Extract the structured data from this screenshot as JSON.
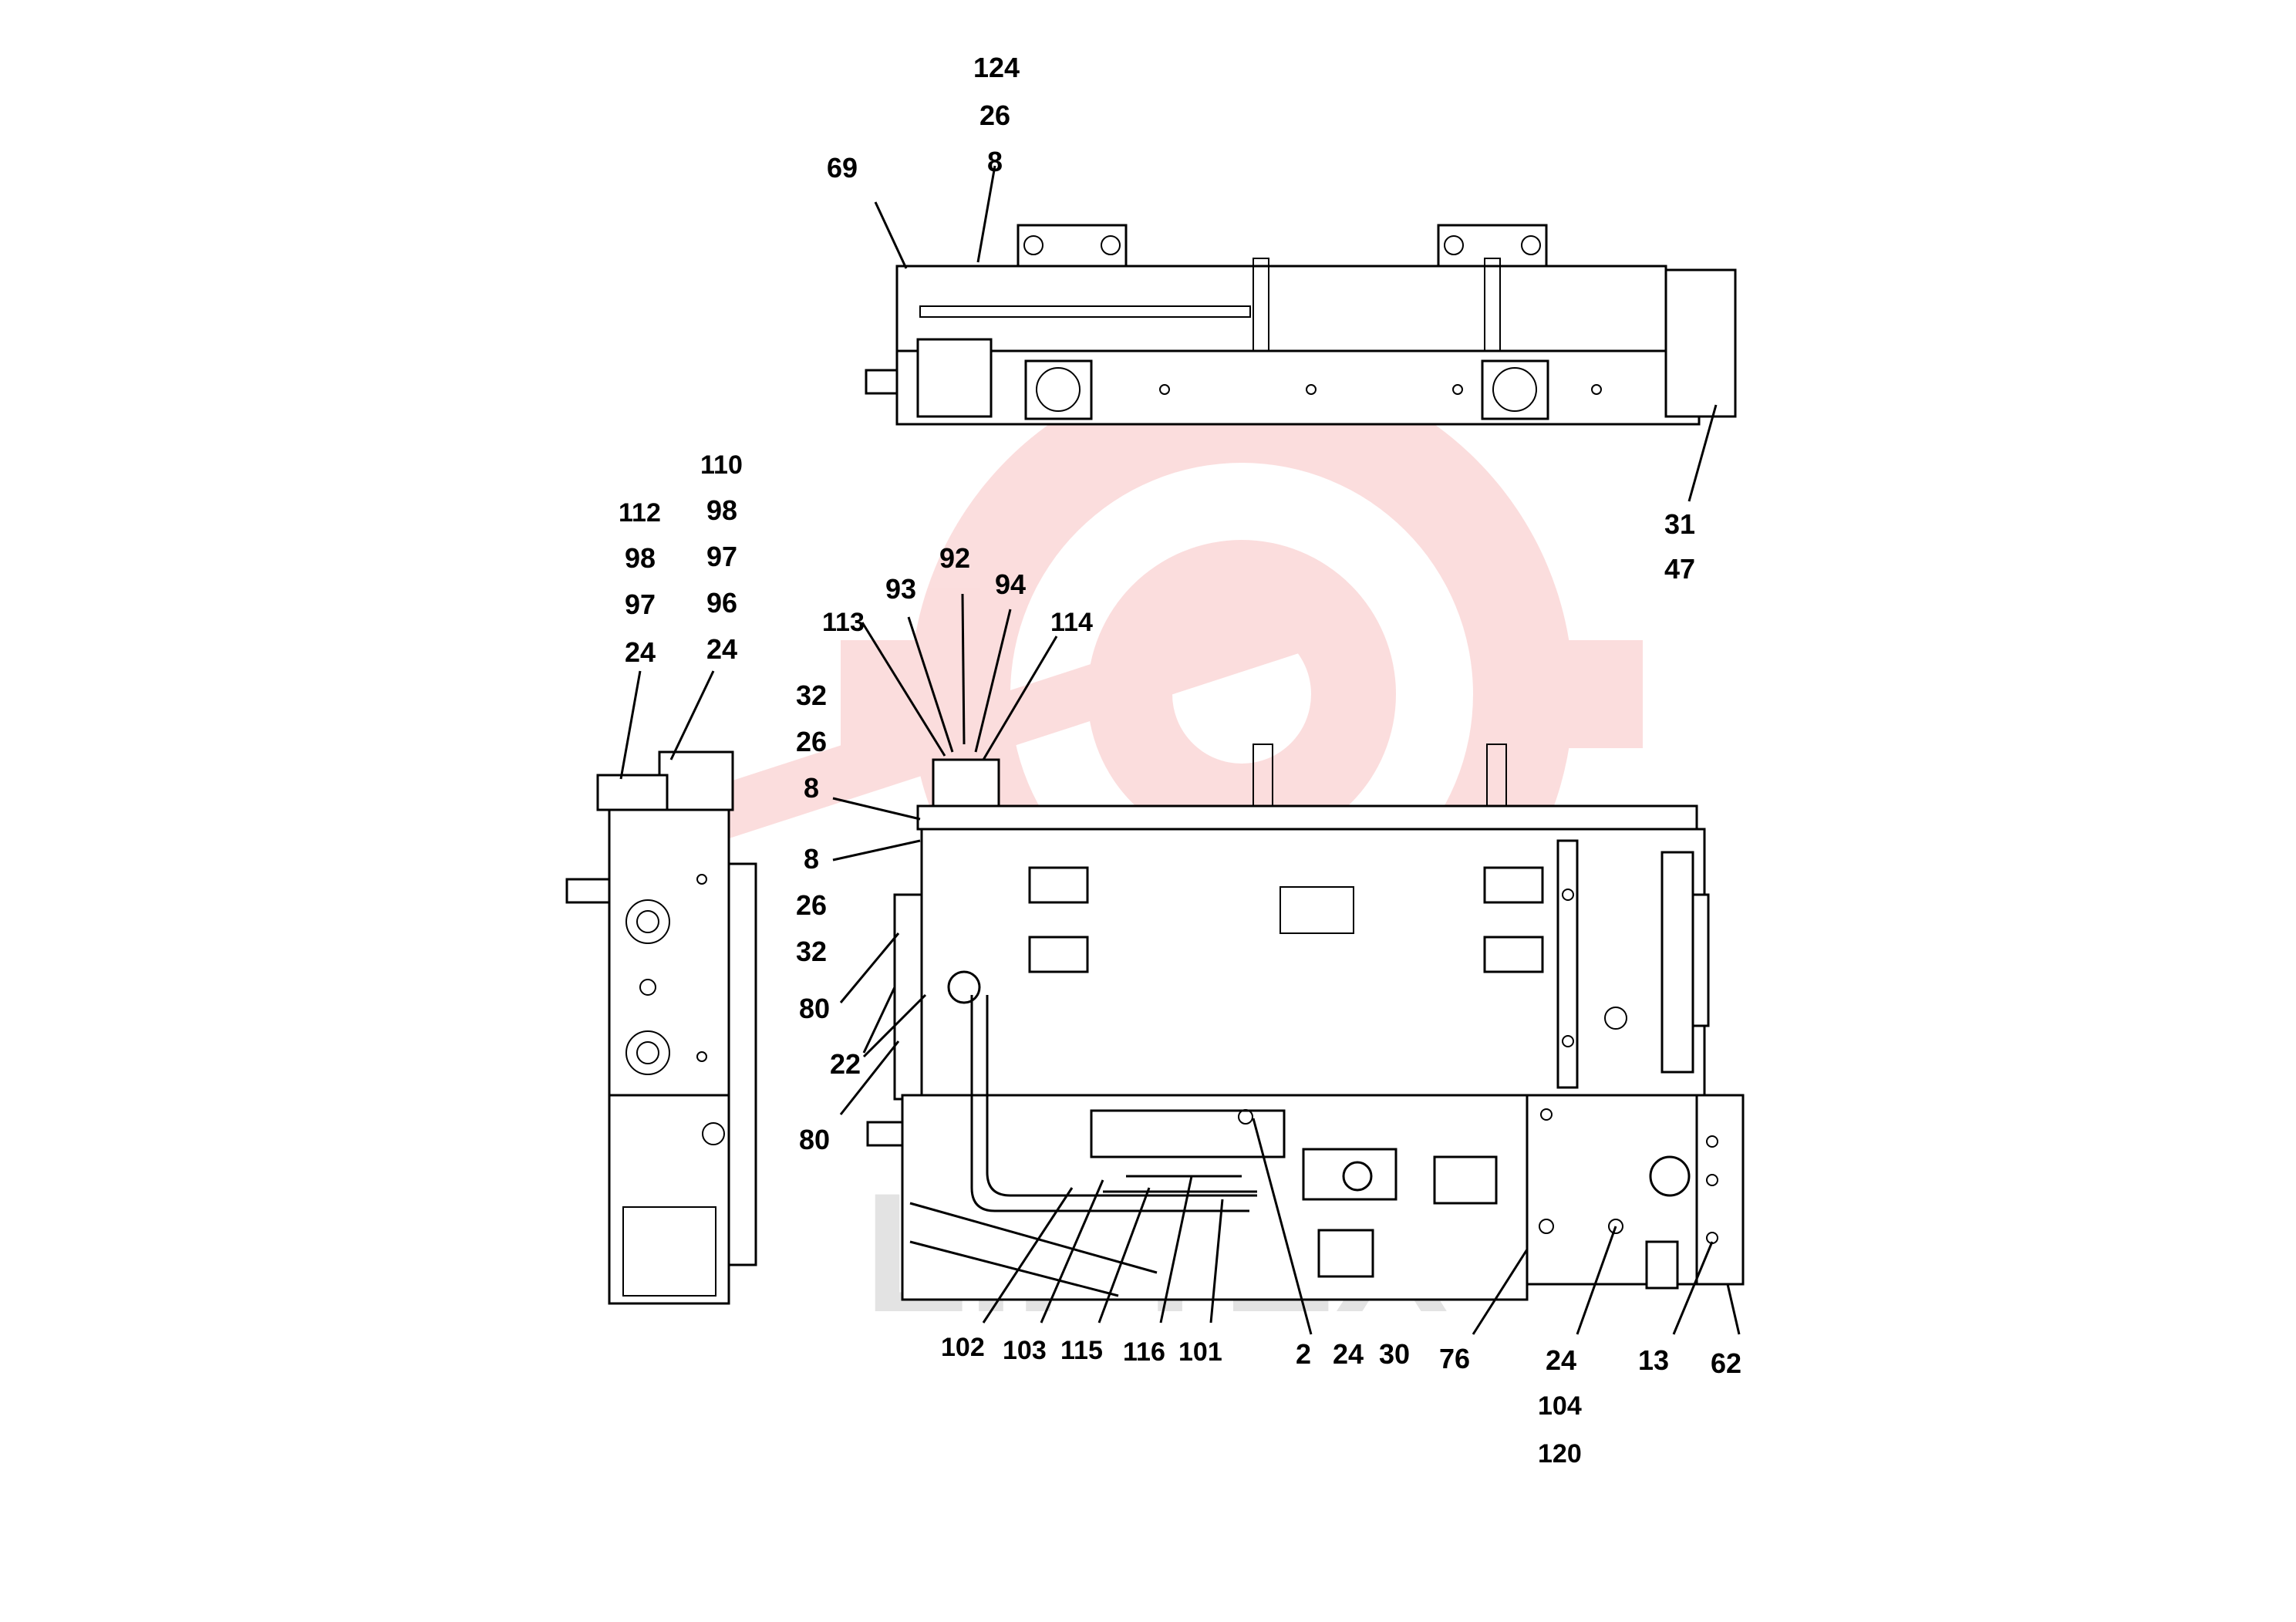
{
  "watermark": {
    "text": "LIFTEX",
    "logo_color": "#f4a0a0",
    "text_color": "#d8d8d8"
  },
  "callouts": {
    "top_view": [
      "124",
      "26",
      "8",
      "69",
      "31",
      "47"
    ],
    "side_view": [
      "112",
      "98",
      "97",
      "24",
      "110",
      "98",
      "97",
      "96",
      "24"
    ],
    "front_view_upper": [
      "32",
      "26",
      "8",
      "8",
      "26",
      "32",
      "113",
      "93",
      "92",
      "94",
      "114"
    ],
    "front_view_left": [
      "80",
      "22",
      "80"
    ],
    "front_view_bottom": [
      "102",
      "103",
      "115",
      "116",
      "101",
      "2",
      "24",
      "30",
      "76",
      "24",
      "104",
      "120",
      "13",
      "62"
    ]
  }
}
